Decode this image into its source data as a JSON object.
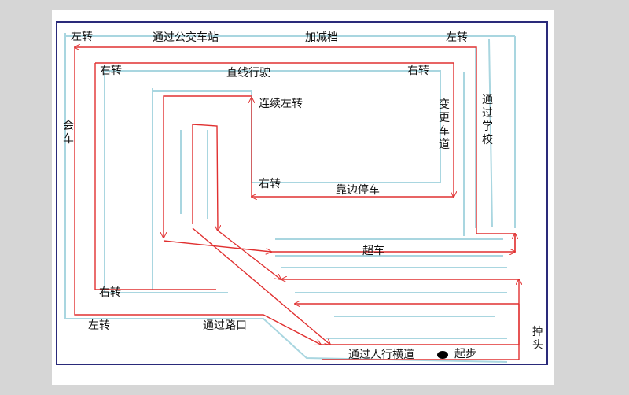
{
  "labels": {
    "left_turn_top_left": "左转",
    "bus_stop": "通过公交车站",
    "add_sub_gear": "加减档",
    "left_turn_top_right": "左转",
    "right_turn_inner_left": "右转",
    "straight_driving": "直线行驶",
    "right_turn_inner_right": "右转",
    "continuous_left_turn": "连续左转",
    "change_lane": "变更车道",
    "pass_school": "通过学校",
    "meet_car": "会车",
    "right_turn_middle": "右转",
    "park_roadside": "靠边停车",
    "overtake": "超车",
    "right_turn_bottom": "右转",
    "left_turn_bottom": "左转",
    "pass_intersection": "通过路口",
    "crosswalk": "通过人行横道",
    "start": "起步",
    "u_turn": "掉头"
  },
  "colors": {
    "route": "#e03030",
    "road": "#a9d6e0",
    "frame": "#2a2a7a",
    "start_marker": "#000000"
  }
}
